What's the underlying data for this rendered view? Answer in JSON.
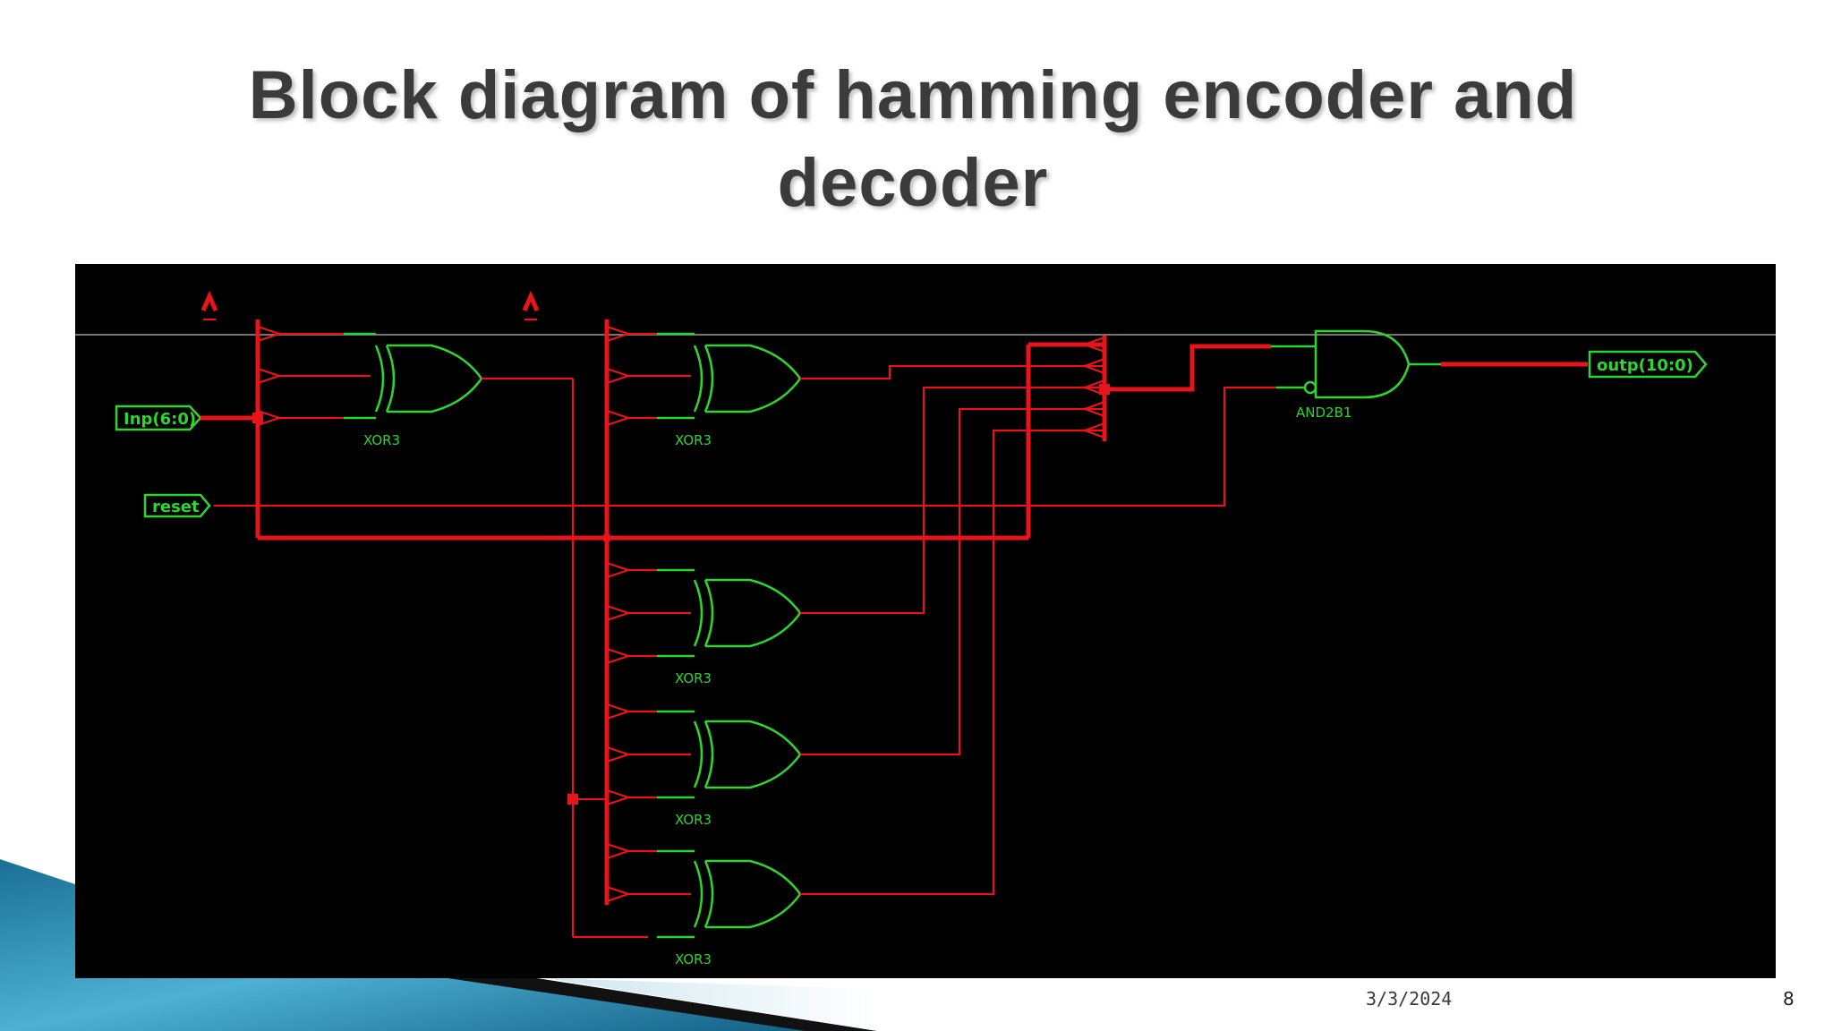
{
  "slide": {
    "title": "Block diagram of hamming encoder and decoder",
    "date": "3/3/2024",
    "page_number": "8"
  },
  "schematic": {
    "ports": {
      "input": "Inp(6:0)",
      "reset": "reset",
      "output": "outp(10:0)"
    },
    "gates": [
      {
        "label": "XOR3"
      },
      {
        "label": "XOR3"
      },
      {
        "label": "XOR3"
      },
      {
        "label": "XOR3"
      },
      {
        "label": "XOR3"
      },
      {
        "label": "AND2B1"
      }
    ],
    "colors": {
      "background": "#000000",
      "gate": "#2fd42f",
      "wire": "#e8141b"
    }
  }
}
